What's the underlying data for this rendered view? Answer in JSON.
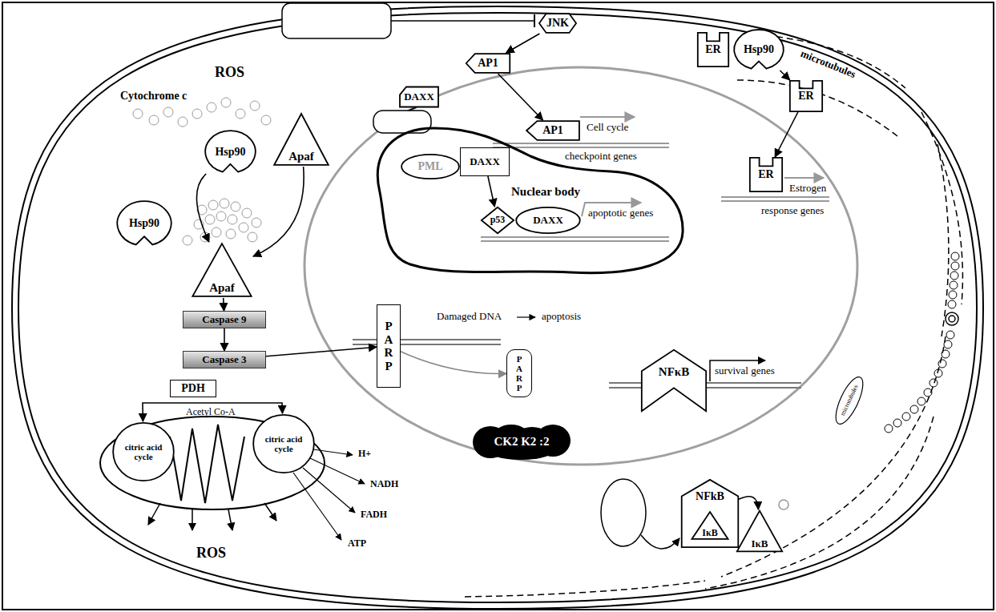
{
  "diagram": {
    "nodes": [
      {
        "text": [
          "JNK"
        ]
      },
      {
        "text": [
          "ER"
        ]
      },
      {
        "text": [
          "Hsp90"
        ]
      },
      {
        "text": [
          "ER"
        ]
      },
      {
        "text": [
          "AP1"
        ]
      },
      {
        "text": [
          "Apaf"
        ]
      },
      {
        "text": [
          "Hsp90"
        ]
      },
      {
        "text": [
          "AP1"
        ]
      },
      {
        "text": [
          "DAXX"
        ]
      },
      {
        "text": [
          "ER"
        ]
      },
      {
        "text": [
          "Hsp90"
        ]
      },
      {
        "text": [
          "Nuclear body"
        ]
      },
      {
        "text": [
          "PML"
        ],
        "in": 11
      },
      {
        "text": [
          "DAXX"
        ],
        "in": 11
      },
      {
        "text": [
          "p53"
        ],
        "in": 11
      },
      {
        "text": [
          "DAXX"
        ],
        "in": 11
      },
      {
        "text": [
          "Apaf"
        ]
      },
      {
        "text": [
          "Caspase 9"
        ]
      },
      {
        "text": [
          "Caspase 3"
        ]
      },
      {
        "text": [
          "PARP"
        ]
      },
      {
        "text": [
          "NFκB"
        ]
      },
      {
        "text": [
          "PARP"
        ]
      },
      {
        "text": [
          "PDH"
        ]
      },
      {
        "text": [
          "CK2 K2 :2"
        ]
      },
      {
        "text": [
          "citric acid cycle"
        ]
      },
      {
        "text": [
          "citric acid cycle"
        ]
      },
      {
        "text": [
          "NFkB"
        ]
      },
      {
        "text": [
          "IκB"
        ],
        "in": 26
      },
      {
        "text": [
          "IκB"
        ]
      }
    ],
    "edges": [
      {
        "from": 0,
        "to": 4,
        "arrow": "to"
      },
      {
        "from": 4,
        "to": 7,
        "arrow": "to"
      },
      {
        "from": 2,
        "to": 3,
        "arrow": "to"
      },
      {
        "from": 3,
        "to": 9,
        "arrow": "to"
      },
      {
        "from": 6,
        "to": 16,
        "arrow": "to"
      },
      {
        "from": 5,
        "to": 16,
        "arrow": "to"
      },
      {
        "from": 16,
        "to": 17,
        "arrow": "to"
      },
      {
        "from": 17,
        "to": 18,
        "arrow": "to"
      },
      {
        "from": 18,
        "to": 19,
        "arrow": "to"
      },
      {
        "from": 19,
        "to": 21,
        "arrow": "to"
      },
      {
        "from": 13,
        "to": 14,
        "arrow": "to"
      },
      {
        "from": 24,
        "to": 25,
        "arrow": "both"
      },
      {
        "from": 26,
        "to": 28,
        "arrow": "to"
      }
    ],
    "labels": [
      "ROS",
      "Cytochrome c",
      "Cell cycle",
      "checkpoint genes",
      "microtubules",
      "Estrogen",
      "response genes",
      "apoptotic genes",
      "Damaged DNA",
      "apoptosis",
      "survival genes",
      "Acetyl Co-A",
      "H+",
      "NADH",
      "FADH",
      "ATP",
      "ROS",
      "microtubules"
    ]
  }
}
